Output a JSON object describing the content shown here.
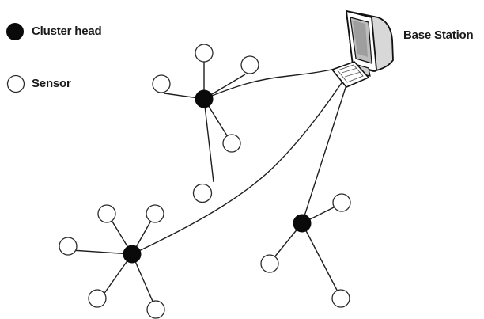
{
  "legend": {
    "cluster_head_label": "Cluster head",
    "sensor_label": "Sensor"
  },
  "base_station": {
    "label": "Base Station"
  },
  "colors": {
    "cluster_head": "#0a0a0a",
    "sensor_fill": "#ffffff",
    "stroke": "#1e1e1e"
  }
}
